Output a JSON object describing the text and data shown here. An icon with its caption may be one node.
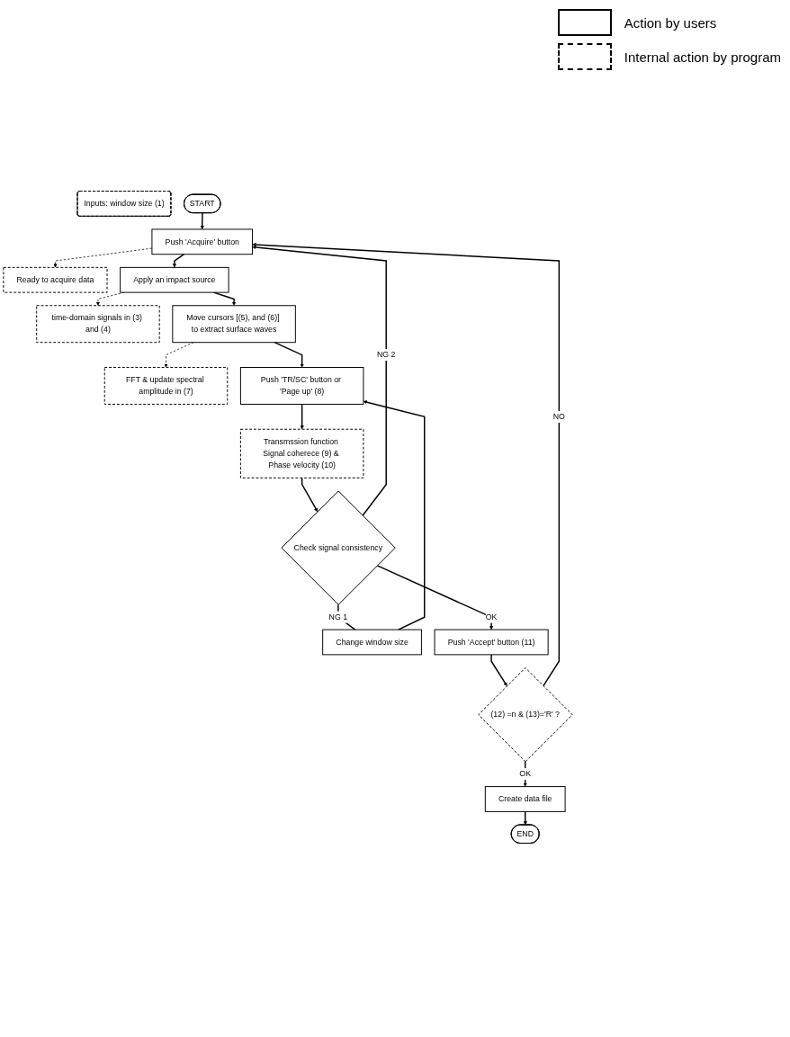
{
  "diagram": {
    "nodes": [
      {
        "text": [
          "Inputs: window size (1)"
        ]
      },
      {
        "text": [
          "START"
        ]
      },
      {
        "text": [
          "Push 'Acquire' button"
        ]
      },
      {
        "text": [
          "Ready to acquire data"
        ]
      },
      {
        "text": [
          "Apply an impact source"
        ]
      },
      {
        "text": [
          "time-domain signals in (3) and (4)"
        ]
      },
      {
        "text": [
          "Move cursors [(5), and (6)] to extract surface waves"
        ]
      },
      {
        "text": [
          "FFT & update spectral amplitude in (7)"
        ]
      },
      {
        "text": [
          "Push 'TR/SC' button or 'Page up' (8)"
        ]
      },
      {
        "text": [
          "Transmssion function Signal coherece (9) & Phase velocity (10)"
        ]
      },
      {
        "text": [
          "Change window size"
        ]
      },
      {
        "text": [
          "Check signal consistency"
        ]
      },
      {
        "text": [
          "Push 'Accept' button (11)"
        ]
      },
      {
        "text": [
          "(12) =n & (13)='R' ?"
        ]
      },
      {
        "text": [
          "Create data file"
        ]
      },
      {
        "text": [
          "END"
        ]
      }
    ],
    "edges": [
      {
        "from": 1,
        "to": 2,
        "arrow": "to"
      },
      {
        "from": 2,
        "to": 3,
        "arrow": "to",
        "style": "dashed"
      },
      {
        "from": 2,
        "to": 4,
        "arrow": "to"
      },
      {
        "from": 4,
        "to": 5,
        "arrow": "to",
        "style": "dashed"
      },
      {
        "from": 4,
        "to": 6,
        "arrow": "to"
      },
      {
        "from": 6,
        "to": 7,
        "arrow": "to",
        "style": "dashed"
      },
      {
        "from": 6,
        "to": 8,
        "arrow": "to"
      },
      {
        "from": 8,
        "to": 9,
        "arrow": "to"
      },
      {
        "from": 9,
        "to": 11,
        "arrow": "to"
      },
      {
        "from": 11,
        "to": 10,
        "arrow": "none",
        "label": "NG 1"
      },
      {
        "from": 10,
        "to": 8,
        "arrow": "to"
      },
      {
        "from": 11,
        "to": 2,
        "arrow": "to",
        "label": "NG 2"
      },
      {
        "from": 11,
        "to": 12,
        "arrow": "to",
        "label": "OK"
      },
      {
        "from": 12,
        "to": 13,
        "arrow": "to"
      },
      {
        "from": 13,
        "to": 2,
        "arrow": "to",
        "label": "NO"
      },
      {
        "from": 13,
        "to": 14,
        "arrow": "to",
        "label": "OK"
      },
      {
        "from": 14,
        "to": 15,
        "arrow": "to"
      }
    ],
    "legend": [
      {
        "text": "Action by users"
      },
      {
        "text": "Internal action by program"
      }
    ]
  }
}
